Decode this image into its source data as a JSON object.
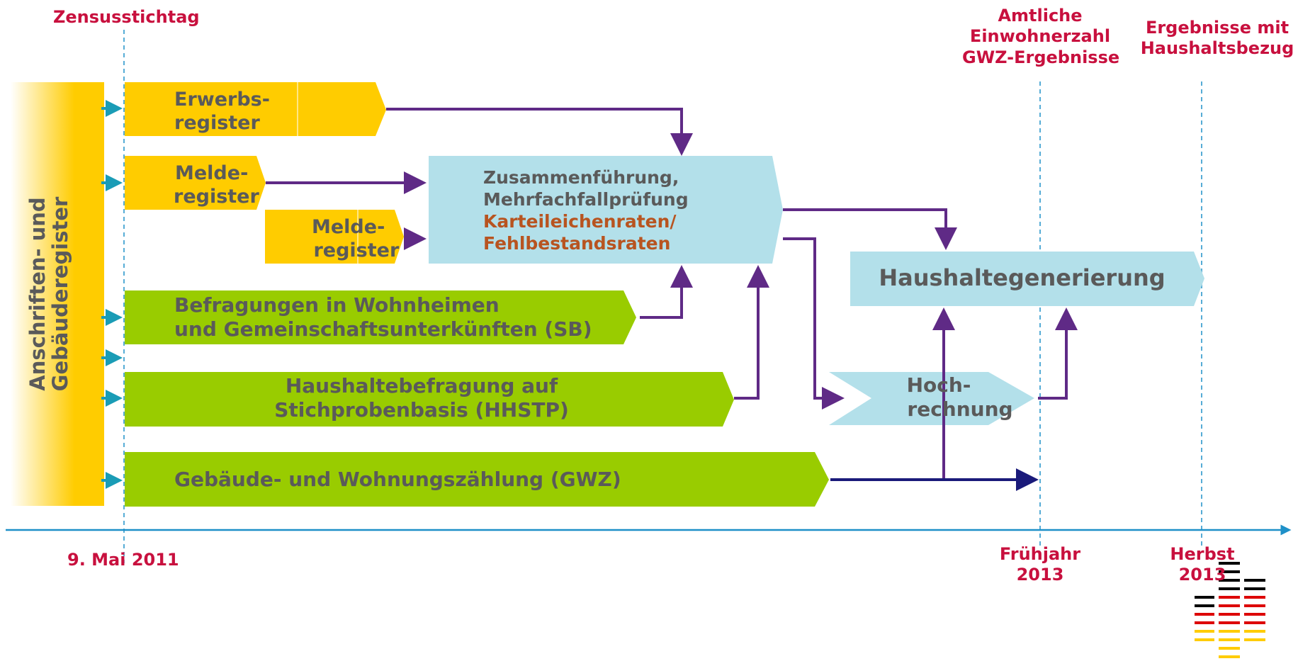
{
  "timeline": {
    "top_left_label": "Zensusstichtag",
    "start_date": "9. Mai 2011",
    "milestone_spring_top": [
      "Amtliche",
      "Einwohnerzahl",
      "GWZ-Ergebnisse"
    ],
    "milestone_spring_date": [
      "Frühjahr",
      "2013"
    ],
    "milestone_autumn_top": [
      "Ergebnisse mit",
      "Haushaltsbezug"
    ],
    "milestone_autumn_date": [
      "Herbst",
      "2013"
    ]
  },
  "boxes": {
    "address_register": [
      "Anschriften- und",
      "Gebäuderegister"
    ],
    "employment_register": [
      "Erwerbs-",
      "register"
    ],
    "registration_register_1": [
      "Melde-",
      "register"
    ],
    "registration_register_2": [
      "Melde-",
      "register"
    ],
    "merge": [
      "Zusammenführung,",
      "Mehrfachfallprüfung"
    ],
    "merge_rates": [
      "Karteileichenraten/",
      "Fehlbestandsraten"
    ],
    "dormitory_survey": [
      "Befragungen in Wohnheimen",
      "und Gemeinschaftsunterkünften (SB)"
    ],
    "household_survey": [
      "Haushaltebefragung auf",
      "Stichprobenbasis (HHSTP)"
    ],
    "building_census": "Gebäude- und Wohnungszählung (GWZ)",
    "household_generation": "Haushaltegenerierung",
    "extrapolation": [
      "Hoch-",
      "rechnung"
    ]
  },
  "colors": {
    "yellow": "#ffcc00",
    "green": "#99cc00",
    "light_blue": "#b3e0ea",
    "purple": "#5f2a86",
    "navy": "#1a1a7a",
    "timeline_blue": "#1e90c8",
    "teal": "#1a9cb6",
    "milestone_red": "#c8103e",
    "box_text": "#5a5a5a",
    "rates_text": "#b85420"
  },
  "logo": {
    "name": "bundesadler-stripes-logo",
    "colors": [
      "#000000",
      "#dd0000",
      "#ffcc00"
    ]
  }
}
